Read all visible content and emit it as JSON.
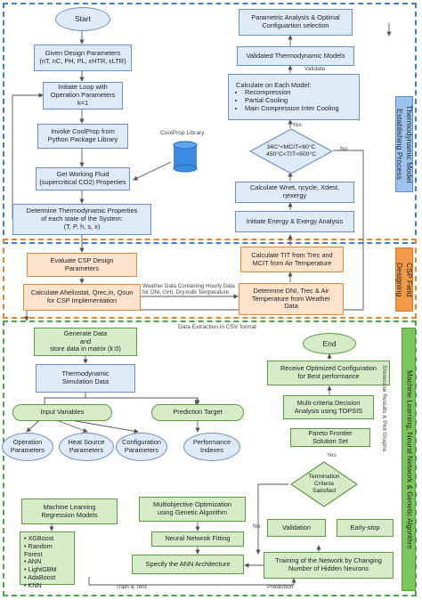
{
  "sidebars": {
    "thermo": "Thermodynamic Model\nEstablishing Process",
    "csp": "CSP Field\nDesigning",
    "ml": "Machine Learning, Neural Network & Genetic Algorithm"
  },
  "thermo": {
    "start": "Start",
    "given": "Given Design Parameters\n(nT, nC, PH, PL, εHTR, εLTR)",
    "init_loop": "Initiate Loop with\nOperation Parameters\nk=1",
    "coolprop_invoke": "Invoke CoolProp from\nPython Package Library",
    "coolprop_lib": "CoolProp Library",
    "working_fluid": "Get Working Fluid\n(supercritical CO2) Properties",
    "determine_props": "Determine Thermodynamic Properties\nof each state of the System:\n(T, P, h, s, x)",
    "parametric": "Parametric Analysis & Optimal\nConfiguartion selection",
    "validated": "Validated Thermodynamic Models",
    "validate_label": "Validate",
    "calc_each_title": "Calculate on Each Model:",
    "calc_each_items": [
      "Recompression",
      "Partial Cooling",
      "Main Compression Inter Cooling"
    ],
    "yes": "Yes",
    "no": "No",
    "diamond": "34C°<MCIT<60°C\n450°C<TIT<600°C",
    "calc_w": "Calculate Wnet, ηcycle, Xdest, ηexergy",
    "initiate_energy": "Initiate Energy & Exergy Analysis"
  },
  "csp": {
    "evaluate": "Evaluate CSP Design\nParameters",
    "calc_a": "Calculate Aheliostat, Qrec,in, Qsun\nfor CSP Implementation",
    "weather_label": "Weather Data Containing Hourly Data\nfor DNI, GHI, Dry-bulb Temperature",
    "calc_tit": "Calculate TIT from Trec and\nMCIT from Air Temperature",
    "determine_dni": "Determine DNI, Trec & Air\nTemperature from Weather\nData"
  },
  "ml": {
    "data_extraction": "Data Extraction in CSV format",
    "generate": "Generate Data\nand\nstore data in matrix (k:0)",
    "simulation": "Thermodynamic\nSimulation Data",
    "input_vars": "Input Variables",
    "prediction_target": "Prediction Target",
    "op_params": "Operation\nParameters",
    "heat_source": "Heat Source\nParameters",
    "config_params": "Configuration\nParameters",
    "perf_indexes": "Performance\nIndexes",
    "ml_models": "Machine Learning\nRegression Models",
    "model_list": [
      "XGBoost",
      "Random Forest",
      "ANN",
      "LightGBM",
      "AdaBoost",
      "KNN"
    ],
    "multiobjective": "Multiobjective Optimization\nusing Genetic Algorithm",
    "nn_fitting": "Neural Netwrok Fitting",
    "specify_ann": "Specify the ANN Architecture",
    "end": "End",
    "receive": "Receive Optimized Configuration\nfor Best performance",
    "mcda": "Multi-criteria Decision\nAnalysis using TOPSIS",
    "pareto": "Pareto Frontier\nSolution Set",
    "yes": "Yes",
    "no": "No",
    "termination": "Termination\nCriteria\nSatisfied",
    "validation": "Validation",
    "early_stop": "Early-stop",
    "training": "Training of the Network by Changing\nNumber of Hidden Neurons",
    "train_test": "Train & Test",
    "prediction": "Prediction",
    "showcase": "Showcase Results & Plot Graphs"
  }
}
